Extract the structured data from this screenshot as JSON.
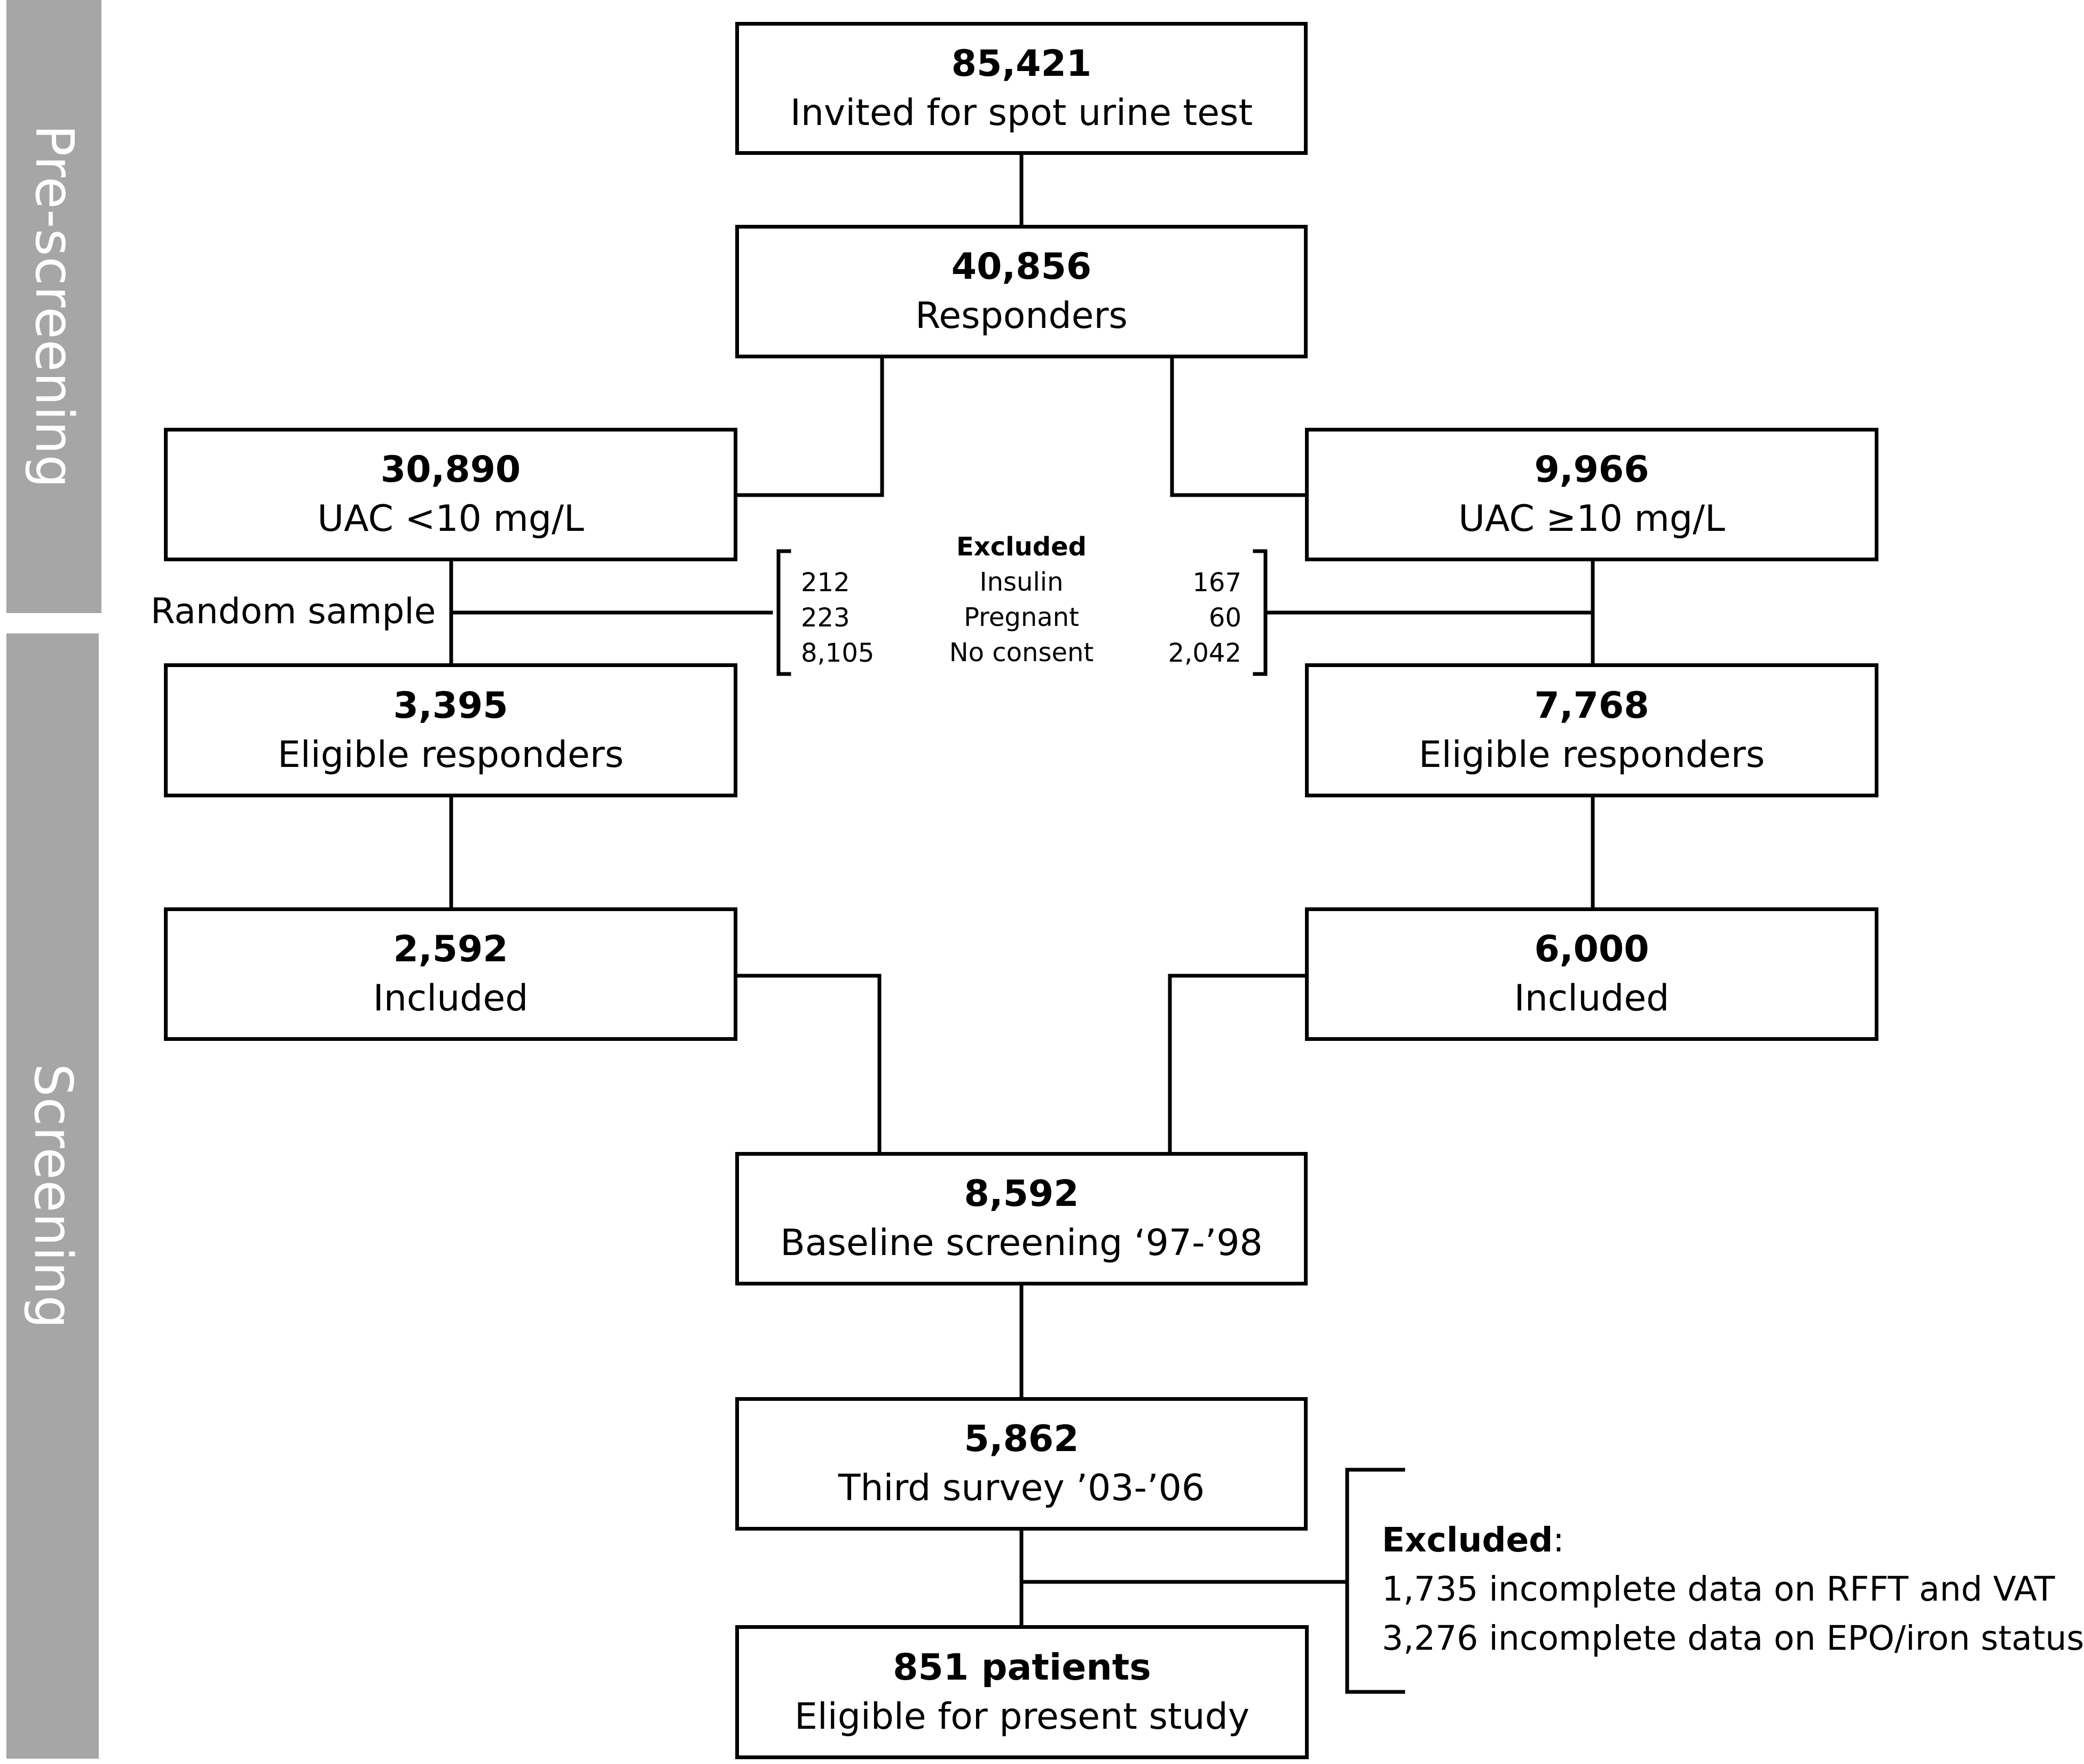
{
  "phases": {
    "pre_screening": "Pre-screening",
    "screening": "Screening"
  },
  "boxes": {
    "invited": {
      "count": "85,421",
      "label": "Invited for spot urine test"
    },
    "responders": {
      "count": "40,856",
      "label": "Responders"
    },
    "uac_low": {
      "count": "30,890",
      "label": "UAC <10 mg/L"
    },
    "uac_high": {
      "count": "9,966",
      "label": "UAC ≥10 mg/L"
    },
    "eligible_low": {
      "count": "3,395",
      "label": "Eligible responders"
    },
    "eligible_high": {
      "count": "7,768",
      "label": "Eligible responders"
    },
    "included_low": {
      "count": "2,592",
      "label": "Included"
    },
    "included_high": {
      "count": "6,000",
      "label": "Included"
    },
    "baseline": {
      "count": "8,592",
      "label": "Baseline screening ‘97-’98"
    },
    "third_survey": {
      "count": "5,862",
      "label": "Third survey ’03-’06"
    },
    "final": {
      "count": "851 patients",
      "label": "Eligible for present study"
    }
  },
  "random_sample_label": "Random sample",
  "exclusions_middle": {
    "title": "Excluded",
    "reasons": [
      "Insulin",
      "Pregnant",
      "No consent"
    ],
    "left_counts": [
      "212",
      "223",
      "8,105"
    ],
    "right_counts": [
      "167",
      "60",
      "2,042"
    ]
  },
  "exclusions_final": {
    "title": "Excluded",
    "title_suffix": ":",
    "lines": [
      "1,735 incomplete data on RFFT and VAT",
      "3,276 incomplete data on EPO/iron status"
    ]
  }
}
